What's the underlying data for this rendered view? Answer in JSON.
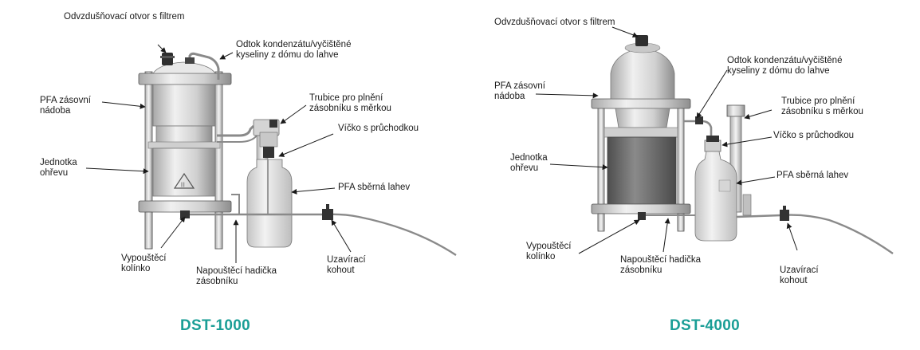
{
  "colors": {
    "title": "#1a9e96",
    "line": "#1a1a1a",
    "metal": "#dcdcdc",
    "metal_dark": "#9a9a9a",
    "pfa": "#e6e6e6",
    "heater_dark": "#6e6e6e"
  },
  "dst1000": {
    "title": "DST-1000",
    "labels": {
      "vent": "Odvzdušňovací otvor s filtrem",
      "condensate": [
        "Odtok kondenzátu/vyčištěné",
        "kyseliny z dómu do lahve"
      ],
      "reservoir": [
        "PFA zásovní",
        "nádoba"
      ],
      "fill_tube": [
        "Trubice pro plnění",
        "zásobníku s měrkou"
      ],
      "cap": "Víčko s průchodkou",
      "heater": [
        "Jednotka",
        "ohřevu"
      ],
      "bottle": "PFA sběrná lahev",
      "drain_elbow": [
        "Vypouštěcí",
        "kolínko"
      ],
      "inlet_tube": [
        "Napouštěcí hadička",
        "zásobníku"
      ],
      "stopcock": [
        "Uzavírací",
        "kohout"
      ]
    }
  },
  "dst4000": {
    "title": "DST-4000",
    "labels": {
      "vent": "Odvzdušňovací otvor s filtrem",
      "condensate": [
        "Odtok kondenzátu/vyčištěné",
        "kyseliny z dómu do lahve"
      ],
      "reservoir": [
        "PFA zásovní",
        "nádoba"
      ],
      "fill_tube": [
        "Trubice pro plnění",
        "zásobníku s měrkou"
      ],
      "cap": "Víčko s průchodkou",
      "heater": [
        "Jednotka",
        "ohřevu"
      ],
      "bottle": "PFA sběrná lahev",
      "drain_elbow": [
        "Vypouštěcí",
        "kolínko"
      ],
      "inlet_tube": [
        "Napouštěcí hadička",
        "zásobníku"
      ],
      "stopcock": [
        "Uzavírací",
        "kohout"
      ]
    }
  }
}
